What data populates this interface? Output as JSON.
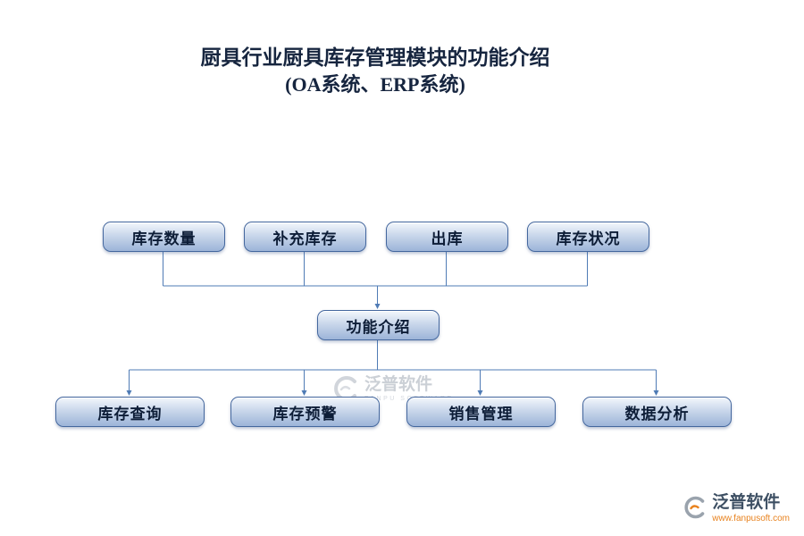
{
  "title": {
    "line1": "厨具行业厨具库存管理模块的功能介绍",
    "line2": "(OA系统、ERP系统)"
  },
  "diagram": {
    "top_nodes": [
      {
        "label": "库存数量"
      },
      {
        "label": "补充库存"
      },
      {
        "label": "出库"
      },
      {
        "label": "库存状况"
      }
    ],
    "center_node": {
      "label": "功能介绍"
    },
    "bottom_nodes": [
      {
        "label": "库存查询"
      },
      {
        "label": "库存预警"
      },
      {
        "label": "销售管理"
      },
      {
        "label": "数据分析"
      }
    ]
  },
  "watermark": {
    "name": "泛普软件",
    "subname": "FANPU SOFTWARE"
  },
  "footer": {
    "brand": "泛普软件",
    "url": "www.fanpusoft.com"
  },
  "colors": {
    "connector": "#4f7bb5",
    "node_border": "#44679e",
    "node_fill_top": "#f3f7fc",
    "node_fill_bottom": "#9cb4d8",
    "node_text": "#0d1d37",
    "title_text": "#16253f",
    "brand_text": "#3d4f63",
    "url_text": "#e8821e",
    "watermark_gray": "#c3c8cf"
  }
}
